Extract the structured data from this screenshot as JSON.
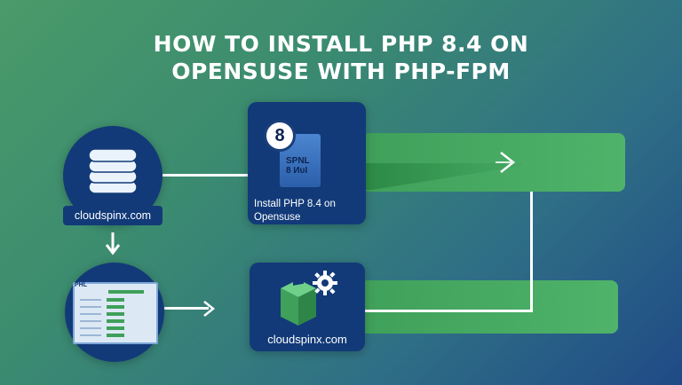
{
  "title": {
    "line1": "HOW TO INSTALL PHP  8.4 ON",
    "line2": "OPENSUSE WITH PHP-FPM"
  },
  "nodes": {
    "database": {
      "icon": "database-icon",
      "label": "cloudspinx.com"
    },
    "php_box": {
      "badge": "8",
      "card_text_line1": "SPNL",
      "card_text_line2": "8 ИυІ",
      "label_line1": "Install PHP  8.4 on",
      "label_line2": "Opensuse"
    },
    "package_box": {
      "icon": "package-gear-icon",
      "label": "cloudspinx.com"
    },
    "screen": {
      "icon": "browser-window-icon",
      "header": "PHL"
    }
  },
  "colors": {
    "node_fill": "#123a78",
    "band_fill": "#4fb36a",
    "connector": "#ffffff"
  }
}
